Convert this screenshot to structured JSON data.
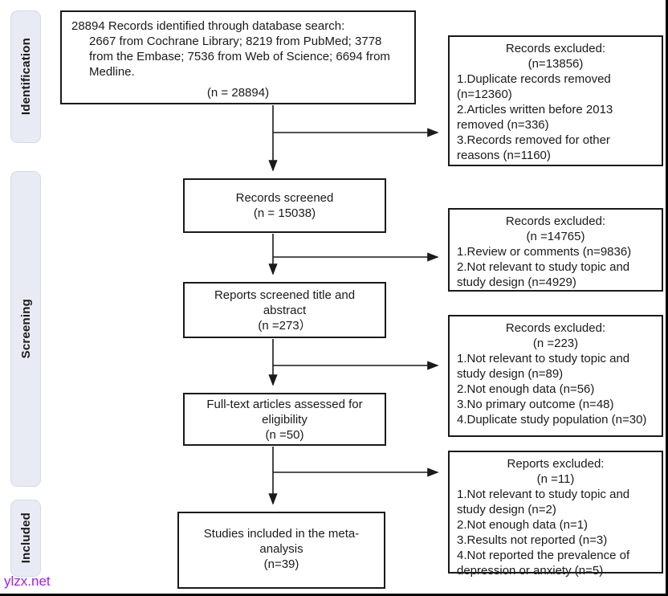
{
  "stages": {
    "identification": "Identification",
    "screening": "Screening",
    "included": "Included"
  },
  "flow": {
    "identified": {
      "line1": "28894 Records identified through database search:",
      "line2": "2667 from Cochrane Library; 8219 from PubMed; 3778 from the Embase; 7536 from Web of Science; 6694 from Medline.",
      "n": "(n = 28894)"
    },
    "screened": {
      "title": "Records screened",
      "n": "(n = 15038)"
    },
    "title_abstract": {
      "title": "Reports screened title and abstract",
      "n": "(n =273）"
    },
    "fulltext": {
      "title": "Full-text articles assessed for eligibility",
      "n": "(n =50)"
    },
    "included": {
      "title": "Studies included in the meta-analysis",
      "n": "(n=39)"
    }
  },
  "exclusions": {
    "e1": {
      "title": "Records excluded:",
      "n": "(n=13856)",
      "items": [
        "1.Duplicate records removed (n=12360)",
        "2.Articles written before 2013 removed (n=336)",
        "3.Records removed for other reasons (n=1160)"
      ]
    },
    "e2": {
      "title": "Records excluded:",
      "n": "(n =14765)",
      "items": [
        "1.Review or comments (n=9836)",
        "2.Not relevant to study topic and study design (n=4929)"
      ]
    },
    "e3": {
      "title": "Records excluded:",
      "n": "(n =223)",
      "items": [
        "1.Not relevant to study topic and study design (n=89)",
        "2.Not enough data (n=56)",
        "3.No primary outcome (n=48)",
        "4.Duplicate study population (n=30)"
      ]
    },
    "e4": {
      "title": "Reports excluded:",
      "n": "(n =11)",
      "items": [
        "1.Not relevant to study topic and study design (n=2)",
        "2.Not enough data (n=1)",
        "3.Results not reported (n=3)",
        "4.Not reported the prevalence of depression or anxiety (n=5)"
      ]
    }
  },
  "watermark": "ylzx.net",
  "colors": {
    "stage_bg": "#e9ebf4",
    "box_border": "#1a1a1a",
    "watermark": "#a21fe0"
  }
}
